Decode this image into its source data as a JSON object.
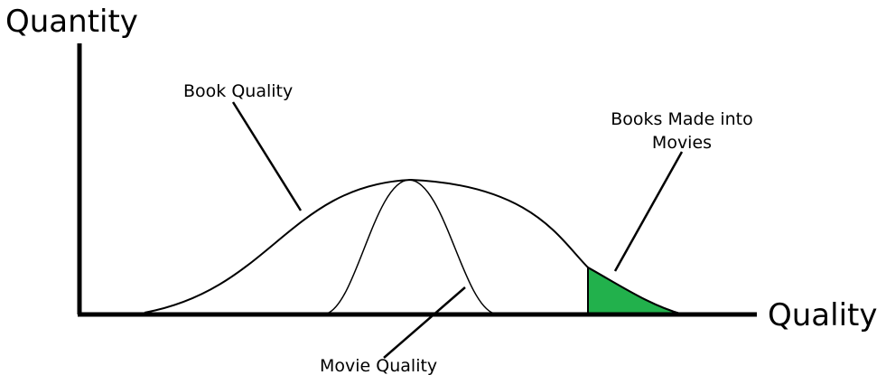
{
  "axes": {
    "y_title": "Quantity",
    "x_title": "Quality"
  },
  "labels": {
    "book_quality": "Book Quality",
    "books_made_into_movies_line1": "Books Made into",
    "books_made_into_movies_line2": "Movies",
    "movie_quality": "Movie Quality"
  },
  "colors": {
    "shaded_region": "#22b14c",
    "ink": "#000000"
  }
}
